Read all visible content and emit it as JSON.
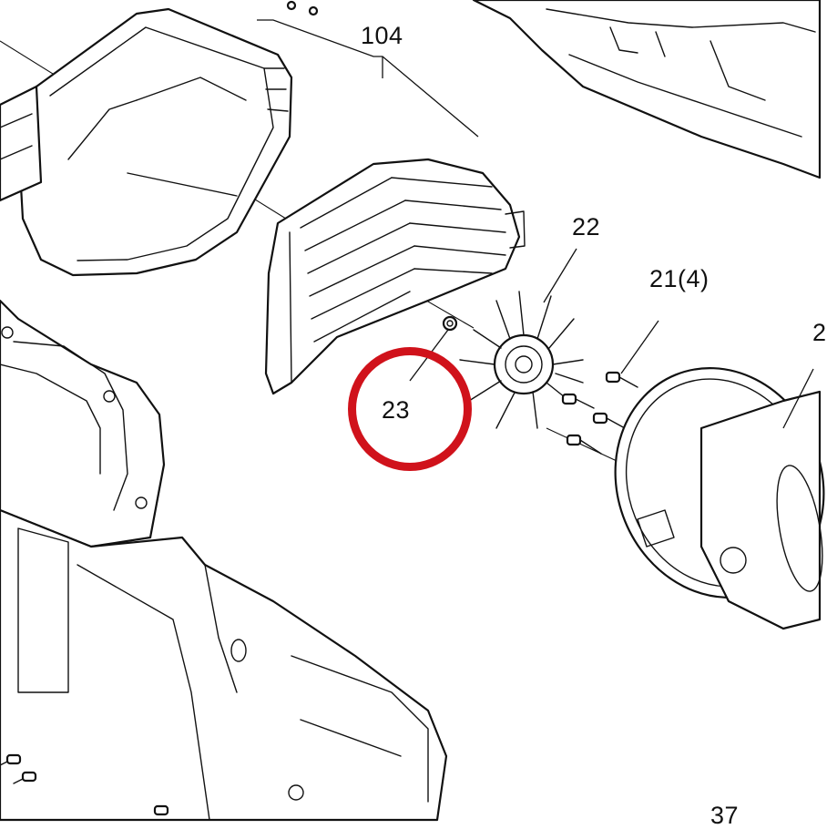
{
  "callouts": {
    "housing_cover": "104",
    "fan": "22",
    "screws": "21(4)",
    "nut": "23",
    "motor_partial": "2",
    "bottom_partial": "37"
  },
  "highlight": {
    "color": "#d0121b",
    "target": "nut"
  }
}
